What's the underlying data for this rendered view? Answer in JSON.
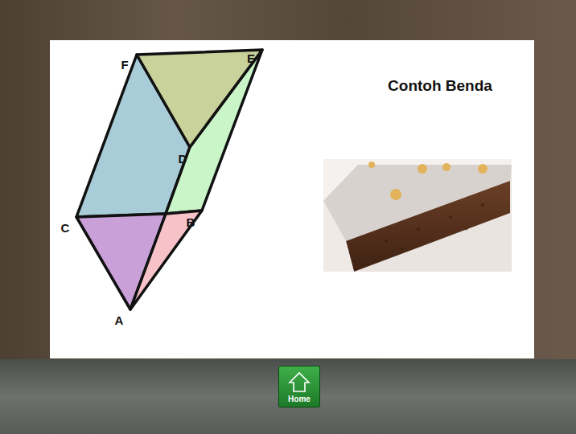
{
  "diagram": {
    "title": "Contoh Benda",
    "nodes": [
      {
        "text": [
          "Home"
        ]
      }
    ],
    "labels": [
      "F",
      "E",
      "D",
      "C",
      "B",
      "A"
    ]
  }
}
